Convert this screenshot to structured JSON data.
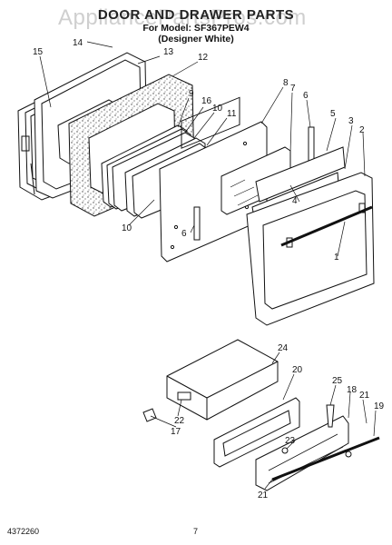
{
  "header": {
    "title": "DOOR AND DRAWER PARTS",
    "model_line": "For Model: SF367PEW4",
    "finish_line": "(Designer White)"
  },
  "watermark": "AppliancePartsPros.com",
  "footer": {
    "doc_number": "4372260",
    "page_number": "7"
  },
  "callouts": [
    "1",
    "2",
    "3",
    "4",
    "5",
    "6",
    "6",
    "7",
    "8",
    "9",
    "10",
    "10",
    "11",
    "12",
    "13",
    "14",
    "15",
    "16",
    "17",
    "18",
    "19",
    "20",
    "21",
    "21",
    "22",
    "23",
    "24",
    "25"
  ]
}
